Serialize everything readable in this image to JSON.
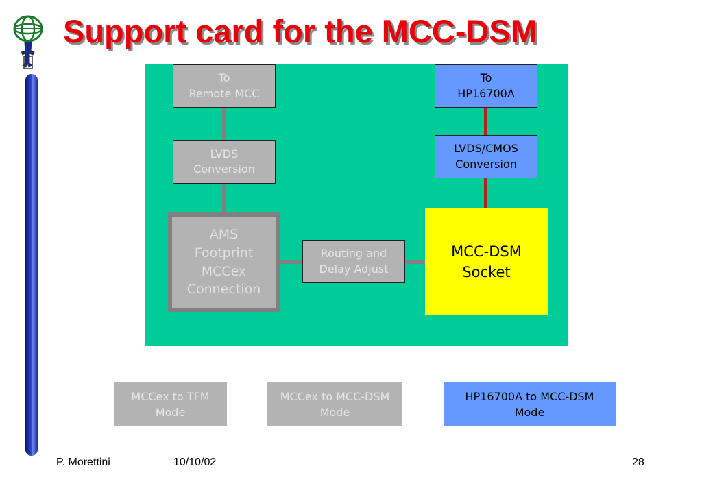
{
  "title": "Support card for the MCC-DSM",
  "diagram": {
    "remote": {
      "line1": "To",
      "line2": "Remote MCC"
    },
    "lvds": {
      "line1": "LVDS",
      "line2": "Conversion"
    },
    "ams": {
      "line1": "AMS",
      "line2": "Footprint",
      "line3": "MCCex",
      "line4": "Connection"
    },
    "routing": {
      "line1": "Routing and",
      "line2": "Delay Adjust"
    },
    "hp": {
      "line1": "To",
      "line2": "HP16700A"
    },
    "cmos": {
      "line1": "LVDS/CMOS",
      "line2": "Conversion"
    },
    "socket": {
      "line1": "MCC-DSM",
      "line2": "Socket"
    }
  },
  "modes": [
    {
      "line1": "MCCex to TFM",
      "line2": "Mode"
    },
    {
      "line1": "MCCex to MCC-DSM",
      "line2": "Mode"
    },
    {
      "line1": "HP16700A to MCC-DSM",
      "line2": "Mode"
    }
  ],
  "footer": {
    "author": "P. Morettini",
    "date": "10/10/02",
    "page": "28"
  },
  "colors": {
    "title": "#e8000a",
    "board": "#00cc99",
    "inactive_box": "#b3b3b3",
    "active_box": "#6699ff",
    "socket": "#ffff00",
    "active_wire": "#b52020",
    "inactive_wire": "#808080"
  },
  "icons": {
    "logo": "atlas-logo-icon",
    "sidebar": "vertical-bar"
  }
}
